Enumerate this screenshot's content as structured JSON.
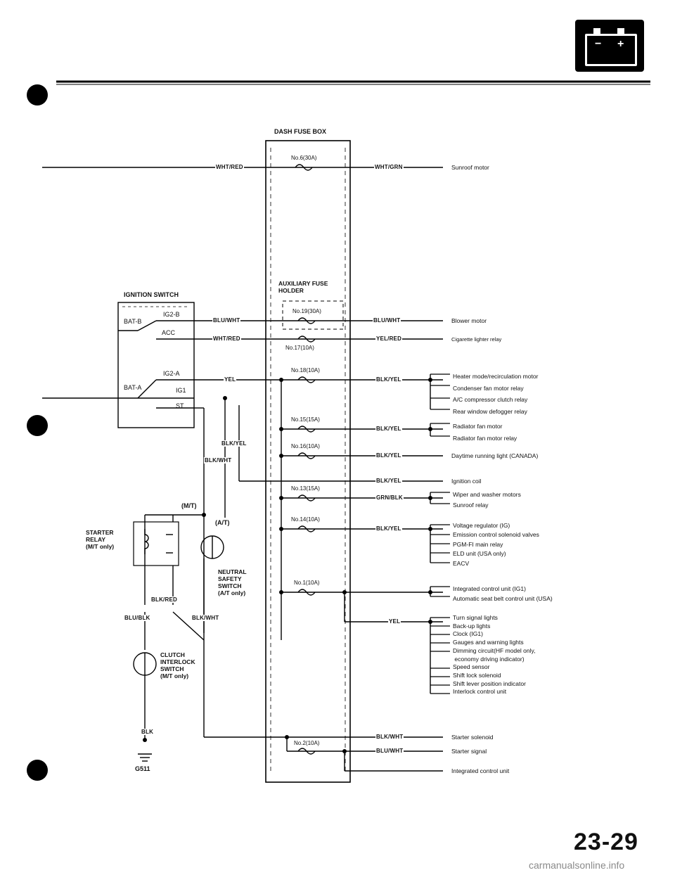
{
  "header": {
    "battery_icon": "battery-icon"
  },
  "dash_fuse_box": {
    "title": "DASH FUSE BOX",
    "fuse6": "No.6(30A)",
    "fuse17": "No.17(10A)",
    "fuse18": "No.18(10A)",
    "fuse15": "No.15(15A)",
    "fuse16": "No.16(10A)",
    "fuse13": "No.13(15A)",
    "fuse14": "No.14(10A)",
    "fuse1": "No.1(10A)",
    "fuse2": "No.2(10A)"
  },
  "aux_fuse_holder": {
    "title": "AUXILIARY FUSE\nHOLDER",
    "fuse19": "No.19(30A)"
  },
  "ignition_switch": {
    "title": "IGNITION SWITCH",
    "ig2b": "IG2-B",
    "batb": "BAT-B",
    "acc": "ACC",
    "ig2a": "IG2-A",
    "bata": "BAT-A",
    "ig1": "IG1",
    "st": "ST"
  },
  "wires": {
    "wht_red_in": "WHT/RED",
    "wht_grn": "WHT/GRN",
    "blu_wht_sw": "BLU/WHT",
    "wht_red_sw": "WHT/RED",
    "blu_wht_out": "BLU/WHT",
    "yel_red": "YEL/RED",
    "yel_sw": "YEL",
    "blk_yel_18": "BLK/YEL",
    "blk_yel_left": "BLK/YEL",
    "blk_wht_left": "BLK/WHT",
    "blk_yel_15": "BLK/YEL",
    "blk_yel_16": "BLK/YEL",
    "blk_yel_ign": "BLK/YEL",
    "grn_blk": "GRN/BLK",
    "blk_yel_14": "BLK/YEL",
    "yel_out": "YEL",
    "blk_wht_st": "BLK/WHT",
    "blu_wht_st": "BLU/WHT",
    "blk_red": "BLK/RED",
    "blu_blk": "BLU/BLK",
    "blk_wht_bottom": "BLK/WHT",
    "blk": "BLK"
  },
  "loads": {
    "sunroof_motor": "Sunroof motor",
    "blower_motor": "Blower motor",
    "cigarette_relay": "Cigarette lighter relay",
    "group18": "Heater mode/recirculation motor\nCondenser fan motor relay\nA/C compressor clutch relay\nRear window defogger relay",
    "group15": "Radiator fan motor\nRadiator fan motor relay",
    "daytime_lights": "Daytime running light (CANADA)",
    "ignition_coil": "Ignition coil",
    "group13": "Wiper and washer motors\nSunroof relay",
    "group14": "Voltage regulator (IG)\nEmission control solenoid valves\nPGM-FI main relay\nELD unit (USA only)\nEACV",
    "group1": "Integrated control unit (IG1)\nAutomatic seat belt control unit (USA)",
    "group_yel": "Turn signal lights\nBack-up lights\nClock (IG1)\nGauges and warning lights\nDimming circuit(HF model only,\n economy driving indicator)\nSpeed sensor\nShift lock solenoid\nShift lever position indicator\nInterlock control unit",
    "starter_solenoid": "Starter solenoid",
    "starter_signal": "Starter signal",
    "integrated_control": "Integrated control unit"
  },
  "components": {
    "mt": "(M/T)",
    "at": "(A/T)",
    "starter_relay": "STARTER\nRELAY\n(M/T only)",
    "neutral_switch": "NEUTRAL\nSAFETY\nSWITCH\n(A/T only)",
    "clutch_switch": "CLUTCH\nINTERLOCK\nSWITCH\n(M/T only)",
    "ground": "G511"
  },
  "footer": {
    "page_number": "23-29",
    "watermark": "carmanualsonline.info"
  }
}
